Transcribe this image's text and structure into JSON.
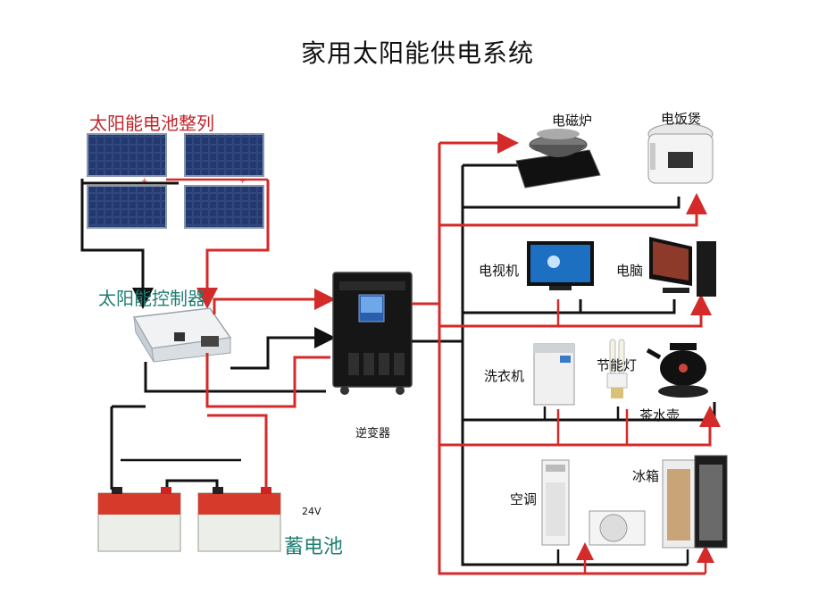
{
  "title": "家用太阳能供电系统",
  "labels": {
    "solar_array": "太阳能电池整列",
    "controller": "太阳能控制器",
    "inverter": "逆变器",
    "battery": "蓄电池",
    "battery_voltage": "24V",
    "induction_cooker": "电磁炉",
    "rice_cooker": "电饭煲",
    "tv": "电视机",
    "computer": "电脑",
    "washing_machine": "洗衣机",
    "energy_saving_lamp": "节能灯",
    "kettle": "茶水壶",
    "air_conditioner": "空调",
    "refrigerator": "冰箱"
  },
  "colors": {
    "positive_wire": "#d42a2a",
    "negative_wire": "#111111",
    "panel": "#1a2e5c",
    "battery_red": "#d63a2a",
    "label_teal": "#1f7d72"
  }
}
